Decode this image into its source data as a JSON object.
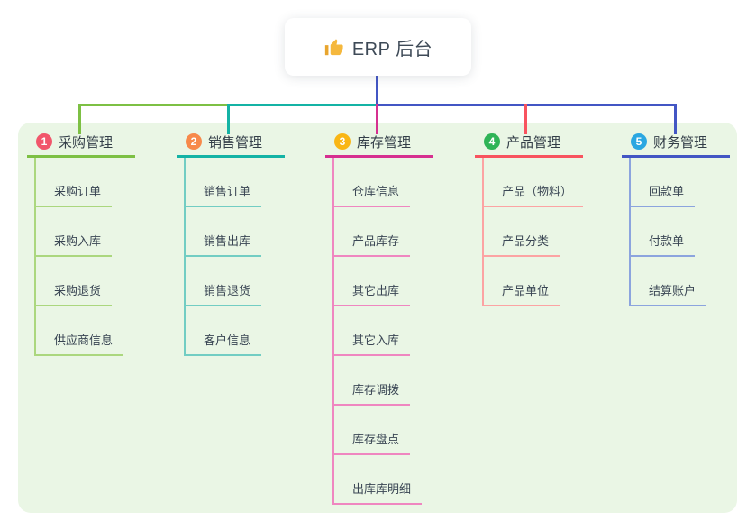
{
  "root": {
    "title": "ERP 后台",
    "icon": "thumbs-up-icon",
    "icon_color": "#f5b83d"
  },
  "connector": {
    "stem_color": "#4356c4"
  },
  "panel": {
    "background": "#eaf6e5"
  },
  "branches": [
    {
      "number": "1",
      "label": "采购管理",
      "badge_color": "#f1566b",
      "line_color": "#7dc044",
      "child_line_color": "#abd77e",
      "children": [
        "采购订单",
        "采购入库",
        "采购退货",
        "供应商信息"
      ]
    },
    {
      "number": "2",
      "label": "销售管理",
      "badge_color": "#f7894a",
      "line_color": "#14b3a5",
      "child_line_color": "#72cdc3",
      "children": [
        "销售订单",
        "销售出库",
        "销售退货",
        "客户信息"
      ]
    },
    {
      "number": "3",
      "label": "库存管理",
      "badge_color": "#f9b615",
      "line_color": "#d63090",
      "child_line_color": "#ef86c0",
      "children": [
        "仓库信息",
        "产品库存",
        "其它出库",
        "其它入库",
        "库存调拨",
        "库存盘点",
        "出库库明细"
      ]
    },
    {
      "number": "4",
      "label": "产品管理",
      "badge_color": "#2fb457",
      "line_color": "#f8535f",
      "child_line_color": "#fca3a3",
      "children": [
        "产品（物料）",
        "产品分类",
        "产品单位"
      ]
    },
    {
      "number": "5",
      "label": "财务管理",
      "badge_color": "#2aa7e1",
      "line_color": "#4356c4",
      "child_line_color": "#8ca4de",
      "children": [
        "回款单",
        "付款单",
        "结算账户"
      ]
    }
  ]
}
